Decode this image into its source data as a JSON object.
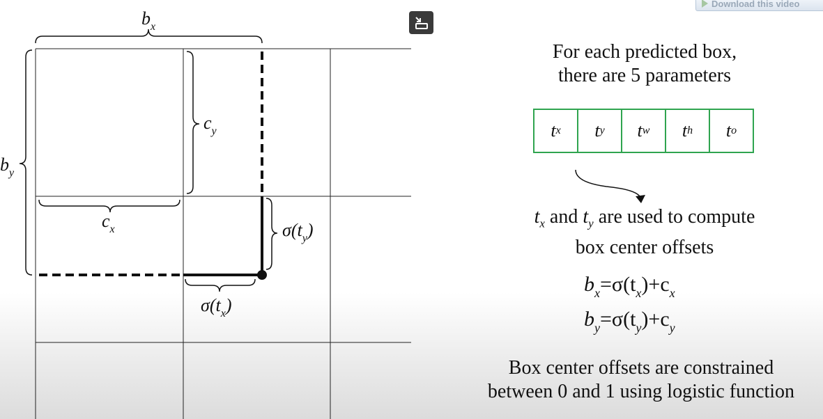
{
  "download_button": {
    "label": "Download this video"
  },
  "fullscreen_button": {
    "icon": "exit-fullscreen-icon"
  },
  "diagram": {
    "labels": {
      "bx": {
        "main": "b",
        "sub": "x"
      },
      "by": {
        "main": "b",
        "sub": "y"
      },
      "cy": {
        "main": "c",
        "sub": "y"
      },
      "cx": {
        "main": "c",
        "sub": "x"
      },
      "sigma_ty": {
        "pre": "σ(t",
        "sub": "y",
        "post": ")"
      },
      "sigma_tx": {
        "pre": "σ(t",
        "sub": "x",
        "post": ")"
      }
    }
  },
  "slide": {
    "heading_line1": "For each predicted box,",
    "heading_line2": "there are 5 parameters",
    "params": [
      {
        "main": "t",
        "sub": "x"
      },
      {
        "main": "t",
        "sub": "y"
      },
      {
        "main": "t",
        "sub": "w"
      },
      {
        "main": "t",
        "sub": "h"
      },
      {
        "main": "t",
        "sub": "o"
      }
    ],
    "usage_line1_a": "t",
    "usage_line1_a_sub": "x",
    "usage_line1_b": " and ",
    "usage_line1_c": "t",
    "usage_line1_c_sub": "y",
    "usage_line1_d": " are used to compute",
    "usage_line2": "box center offsets",
    "formula1": {
      "lhs": "b",
      "lhs_sub": "x",
      "eq": "=σ(t",
      "t_sub": "x",
      "close": ")+c",
      "c_sub": "x"
    },
    "formula2": {
      "lhs": "b",
      "lhs_sub": "y",
      "eq": "=σ(t",
      "t_sub": "y",
      "close": ")+c",
      "c_sub": "y"
    },
    "footer_line1": "Box center offsets are constrained",
    "footer_line2": "between 0 and 1 using logistic function"
  },
  "colors": {
    "grid_line": "#222222",
    "param_border": "#2fa44f",
    "fullscreen_bg": "#3a3a3a"
  }
}
